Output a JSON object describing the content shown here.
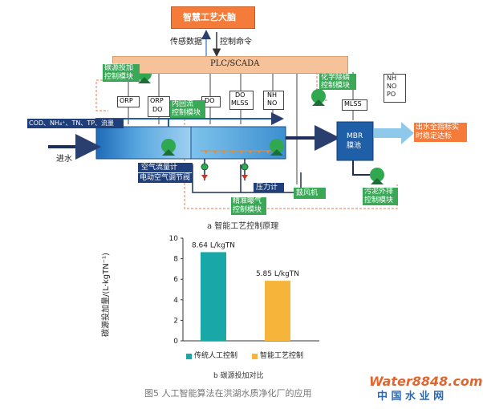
{
  "diagram": {
    "brain": "智慧工艺大脑",
    "sensor_data": "传感数据",
    "control_cmd": "控制命令",
    "plc": "PLC/SCADA",
    "carbon_module": [
      "碳源投加",
      "控制模块"
    ],
    "chem_module": [
      "化学除磷",
      "控制模块"
    ],
    "nh_label": [
      "NH",
      "NO",
      "PO"
    ],
    "sensors": [
      "ORP",
      "ORP",
      "DO",
      "DO",
      "DO",
      "MLSS",
      "NH",
      "NO"
    ],
    "inner_return": [
      "内回流",
      "控制模块"
    ],
    "mlss": "MLSS",
    "inflow_quality": "COD、NH₄⁺、TN、TP、流量",
    "inflow": "进水",
    "mbr": [
      "MBR",
      "膜池"
    ],
    "effluent": [
      "出水全指标实",
      "时稳定达标"
    ],
    "air_flow_meter": "空气流量计",
    "air_valve": "电动空气调节阀",
    "pressure_meter": "压力计",
    "blower": "鼓风机",
    "aeration_module": [
      "精准曝气",
      "控制模块"
    ],
    "sludge_module": [
      "污泥外排",
      "控制模块"
    ],
    "caption_a": "a 智能工艺控制原理"
  },
  "chart_data": {
    "type": "bar",
    "categories": [
      "传统人工控制",
      "智能工艺控制"
    ],
    "values": [
      8.64,
      5.85
    ],
    "value_labels": [
      "8.64 L/kgTN",
      "5.85 L/kgTN"
    ],
    "colors": [
      "#1aa7a8",
      "#f6b53a"
    ],
    "ylabel": "碳源投加量/(L·kgTN⁻¹)",
    "ylim": [
      0,
      10
    ],
    "yticks": [
      0,
      2,
      4,
      6,
      8,
      10
    ],
    "legend": [
      "传统人工控制",
      "智能工艺控制"
    ],
    "caption": "b 碳源投加对比"
  },
  "figure_caption": "图5 人工智能算法在洪湖水质净化厂的应用",
  "watermark": {
    "brand": "Water8848.com",
    "cn": "中 国 水 业 网"
  }
}
